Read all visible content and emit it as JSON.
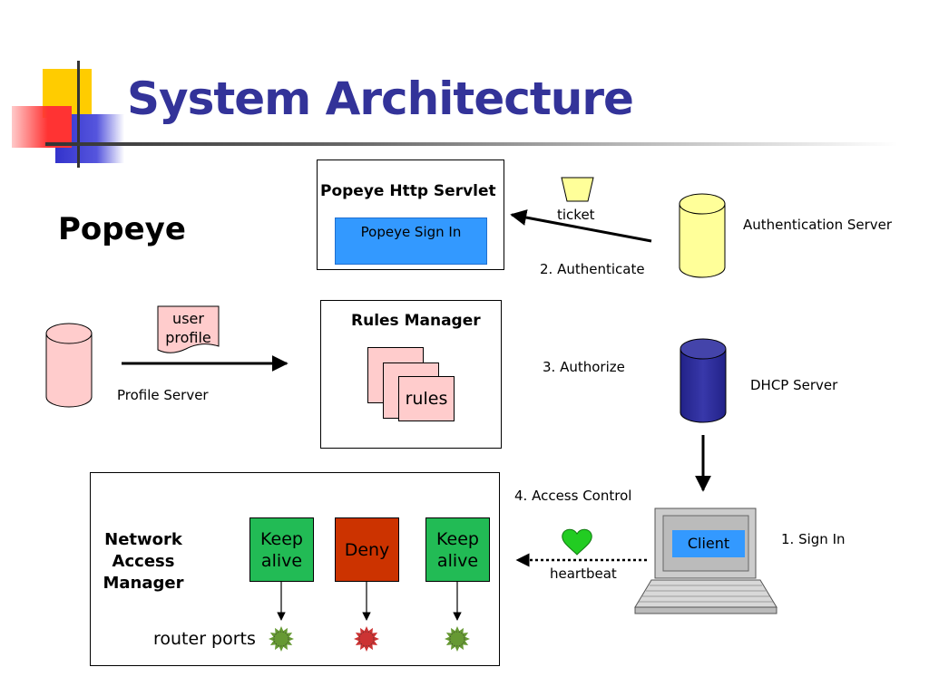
{
  "title": "System Architecture",
  "popeye_label": "Popeye",
  "servlet": {
    "title": "Popeye Http Servlet",
    "button": "Popeye Sign In"
  },
  "ticket": "ticket",
  "auth_server": "Authentication Server",
  "step_authenticate": "2. Authenticate",
  "user_profile": [
    "user",
    "profile"
  ],
  "profile_server": "Profile Server",
  "rules_manager": {
    "title": "Rules Manager",
    "card": "rules"
  },
  "step_authorize": "3. Authorize",
  "dhcp_server": "DHCP Server",
  "step_access_control": "4. Access Control",
  "step_sign_in": "1. Sign In",
  "client": "Client",
  "heartbeat": "heartbeat",
  "nam": {
    "title_lines": [
      "Network",
      "Access",
      "Manager"
    ]
  },
  "router_ports": "router ports",
  "policies": [
    {
      "lines": [
        "Keep",
        "alive"
      ],
      "color": "#22bb55",
      "port_color": "#669933"
    },
    {
      "lines": [
        "Deny"
      ],
      "color": "#cc3300",
      "port_color": "#cc3333"
    },
    {
      "lines": [
        "Keep",
        "alive"
      ],
      "color": "#22bb55",
      "port_color": "#669933"
    }
  ],
  "colors": {
    "title": "#333399",
    "auth_db": "#ffff99",
    "profile_db": "#ffcccc",
    "dhcp_db": "#333399",
    "button": "#3399ff",
    "heart": "#22cc22"
  }
}
